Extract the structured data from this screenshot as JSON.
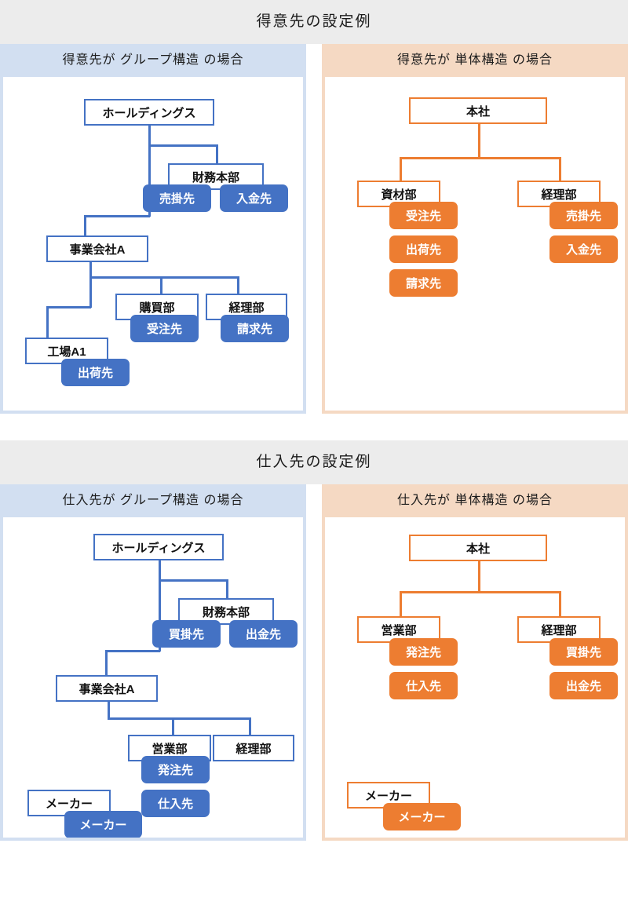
{
  "sections": [
    {
      "band_title": "得意先の設定例",
      "panels": [
        {
          "head": "得意先が グループ構造 の場合",
          "theme": "blue",
          "nodes": [
            {
              "label": "ホールディングス"
            },
            {
              "label": "財務本部"
            },
            {
              "label": "事業会社A"
            },
            {
              "label": "購買部"
            },
            {
              "label": "経理部"
            },
            {
              "label": "工場A1"
            }
          ],
          "pills": [
            {
              "label": "売掛先"
            },
            {
              "label": "入金先"
            },
            {
              "label": "受注先"
            },
            {
              "label": "請求先"
            },
            {
              "label": "出荷先"
            }
          ]
        },
        {
          "head": "得意先が 単体構造 の場合",
          "theme": "orange",
          "nodes": [
            {
              "label": "本社"
            },
            {
              "label": "資材部"
            },
            {
              "label": "経理部"
            }
          ],
          "pills": [
            {
              "label": "受注先"
            },
            {
              "label": "出荷先"
            },
            {
              "label": "請求先"
            },
            {
              "label": "売掛先"
            },
            {
              "label": "入金先"
            }
          ]
        }
      ]
    },
    {
      "band_title": "仕入先の設定例",
      "panels": [
        {
          "head": "仕入先が グループ構造 の場合",
          "theme": "blue",
          "nodes": [
            {
              "label": "ホールディングス"
            },
            {
              "label": "財務本部"
            },
            {
              "label": "事業会社A"
            },
            {
              "label": "営業部"
            },
            {
              "label": "経理部"
            },
            {
              "label": "メーカー"
            }
          ],
          "pills": [
            {
              "label": "買掛先"
            },
            {
              "label": "出金先"
            },
            {
              "label": "発注先"
            },
            {
              "label": "仕入先"
            },
            {
              "label": "メーカー"
            }
          ]
        },
        {
          "head": "仕入先が 単体構造 の場合",
          "theme": "orange",
          "nodes": [
            {
              "label": "本社"
            },
            {
              "label": "営業部"
            },
            {
              "label": "経理部"
            },
            {
              "label": "メーカー"
            }
          ],
          "pills": [
            {
              "label": "発注先"
            },
            {
              "label": "仕入先"
            },
            {
              "label": "買掛先"
            },
            {
              "label": "出金先"
            },
            {
              "label": "メーカー"
            }
          ]
        }
      ]
    }
  ],
  "colors": {
    "blue_accent": "#4472c4",
    "orange_accent": "#ed7d31",
    "blue_header_bg": "#d2dff1",
    "orange_header_bg": "#f5d9c3",
    "band_bg": "#ececec"
  }
}
